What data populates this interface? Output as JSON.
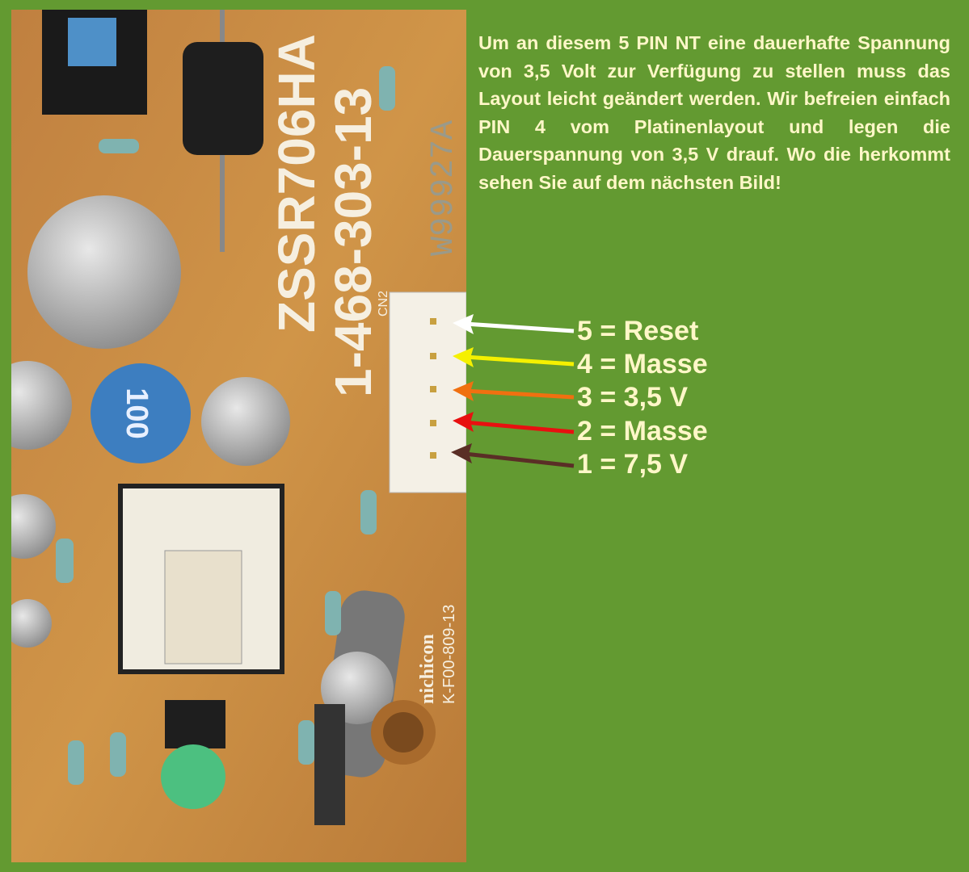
{
  "description": "Um an diesem 5 PIN NT eine dauerhafte Spannung von 3,5 Volt zur Verfügung zu stellen muss das Layout leicht geändert werden. Wir befreien einfach PIN 4 vom Platinenlayout und legen die Dauerspannung von 3,5 V drauf. Wo die herkommt sehen Sie auf dem nächsten Bild!",
  "pins": [
    {
      "label": "5 = Reset",
      "color": "#ffffff"
    },
    {
      "label": "4 = Masse",
      "color": "#f5f000"
    },
    {
      "label": "3 = 3,5 V",
      "color": "#f07010"
    },
    {
      "label": "2 = Masse",
      "color": "#e81010"
    },
    {
      "label": "1 = 7,5 V",
      "color": "#5a2e26"
    }
  ],
  "board_markings": {
    "model": "ZSSR706HA",
    "part": "1-468-303-13",
    "code": "W99927A",
    "connector": "CN2",
    "brand": "nichicon",
    "kpart": "K-F00-809-13",
    "cap100": "100"
  },
  "colors": {
    "background": "#639a31",
    "text": "#fff7c8",
    "board": "#c98a3c"
  }
}
